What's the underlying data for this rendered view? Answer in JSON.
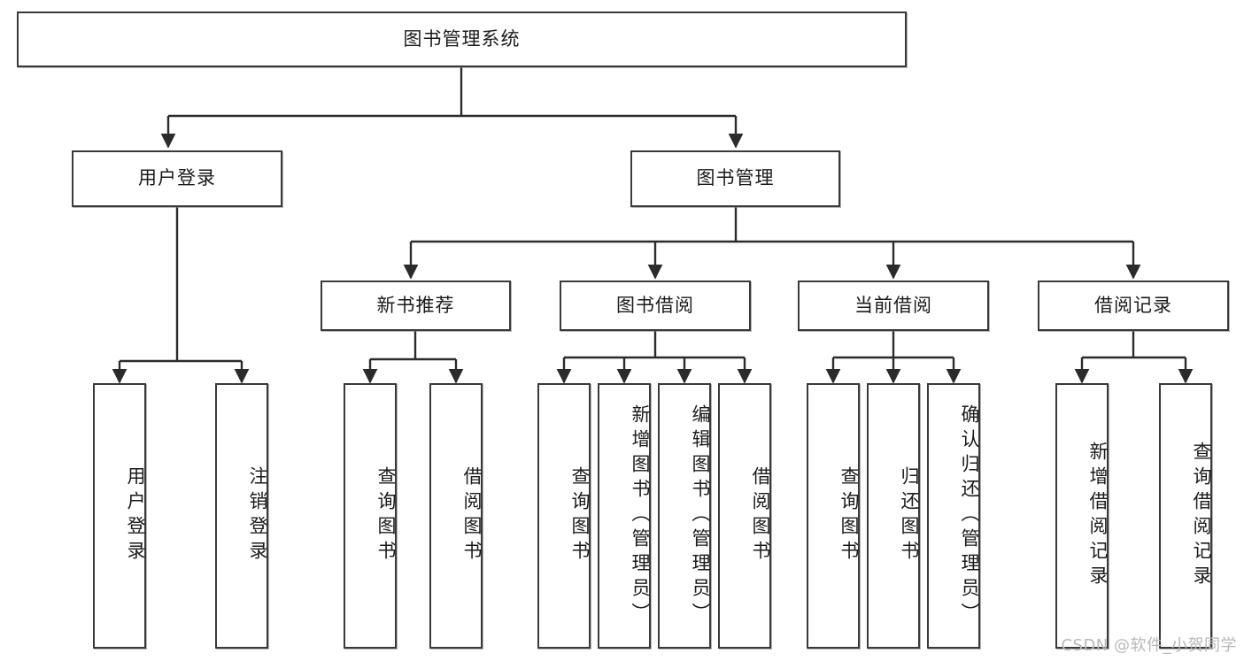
{
  "diagram": {
    "type": "tree-hierarchy",
    "title": "图书管理系统",
    "watermark": "CSDN @软件_小贺同学",
    "colors": {
      "box_border": "#3a3a3a",
      "box_fill": "#ffffff",
      "edge": "#2b2b2b",
      "text": "#1b1b1b",
      "watermark": "#b9b9b9"
    },
    "levels": {
      "root": {
        "label": "图书管理系统"
      },
      "level1": [
        {
          "id": "user-login",
          "label": "用户登录"
        },
        {
          "id": "book-management",
          "label": "图书管理"
        }
      ],
      "level2": [
        {
          "id": "new-book-recommend",
          "label": "新书推荐",
          "parent": "book-management"
        },
        {
          "id": "book-borrow",
          "label": "图书借阅",
          "parent": "book-management"
        },
        {
          "id": "current-borrow",
          "label": "当前借阅",
          "parent": "book-management"
        },
        {
          "id": "borrow-record",
          "label": "借阅记录",
          "parent": "book-management"
        }
      ],
      "leaves": [
        {
          "id": "leaf-user-login",
          "label": "用户登录",
          "parent": "user-login"
        },
        {
          "id": "leaf-logout",
          "label": "注销登录",
          "parent": "user-login"
        },
        {
          "id": "leaf-query-book-1",
          "label": "查询图书",
          "parent": "new-book-recommend"
        },
        {
          "id": "leaf-borrow-book-1",
          "label": "借阅图书",
          "parent": "new-book-recommend"
        },
        {
          "id": "leaf-query-book-2",
          "label": "查询图书",
          "parent": "book-borrow"
        },
        {
          "id": "leaf-add-book",
          "label": "新增图书（管理员）",
          "parent": "book-borrow"
        },
        {
          "id": "leaf-edit-book",
          "label": "编辑图书（管理员）",
          "parent": "book-borrow"
        },
        {
          "id": "leaf-borrow-book-2",
          "label": "借阅图书",
          "parent": "book-borrow"
        },
        {
          "id": "leaf-query-book-3",
          "label": "查询图书",
          "parent": "current-borrow"
        },
        {
          "id": "leaf-return-book",
          "label": "归还图书",
          "parent": "current-borrow"
        },
        {
          "id": "leaf-confirm-return",
          "label": "确认归还（管理员）",
          "parent": "current-borrow"
        },
        {
          "id": "leaf-add-record",
          "label": "新增借阅记录",
          "parent": "borrow-record"
        },
        {
          "id": "leaf-query-record",
          "label": "查询借阅记录",
          "parent": "borrow-record"
        }
      ]
    }
  }
}
